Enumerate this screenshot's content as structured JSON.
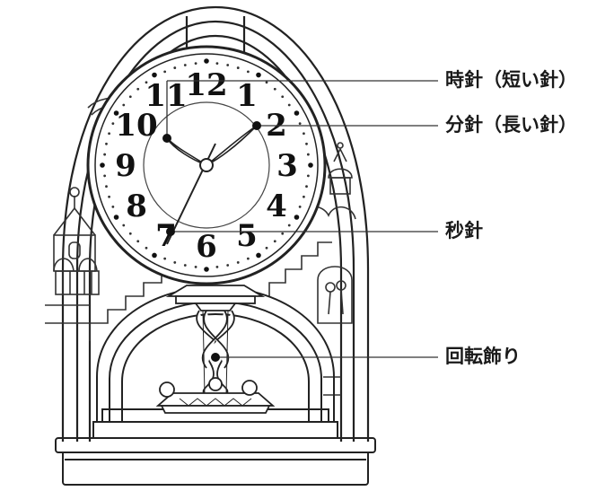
{
  "dial": {
    "numerals": [
      "12",
      "1",
      "2",
      "3",
      "4",
      "5",
      "6",
      "7",
      "8",
      "9",
      "10",
      "11"
    ]
  },
  "labels": {
    "hour_hand": "時針（短い針）",
    "minute_hand": "分針（長い針）",
    "second_hand": "秒針",
    "rotating_ornament": "回転飾り"
  }
}
